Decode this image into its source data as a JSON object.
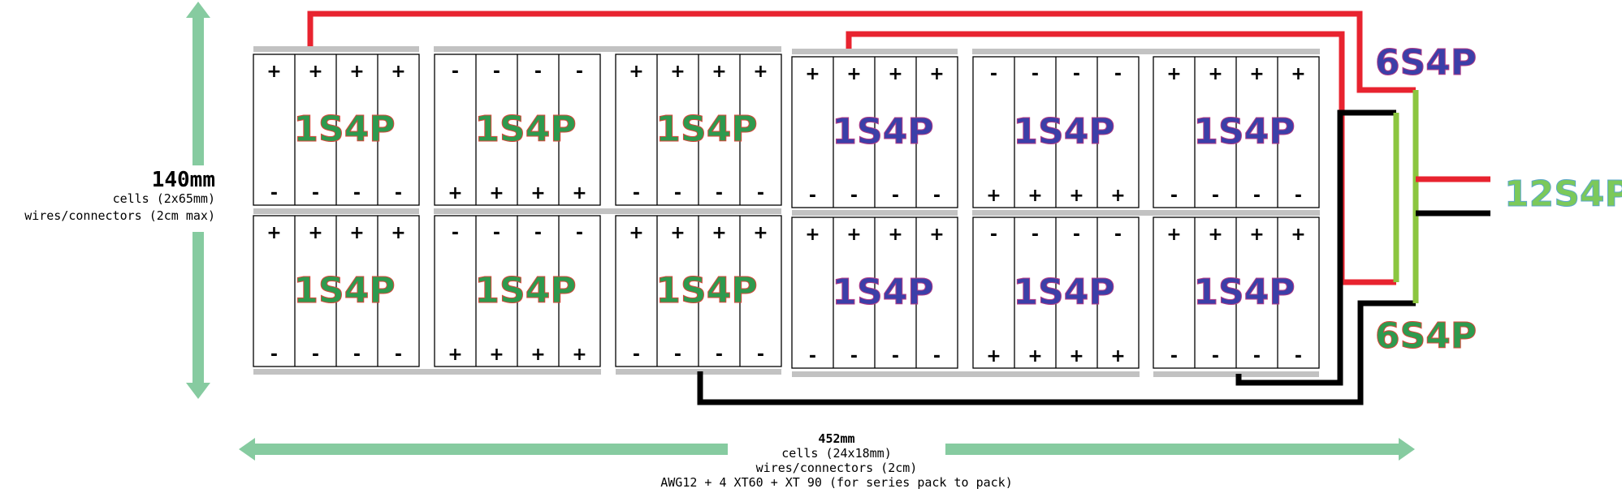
{
  "height_dim": {
    "value": "140mm",
    "line1": "cells (2x65mm)",
    "line2": "wires/connectors (2cm max)"
  },
  "width_dim": {
    "value": "452mm",
    "line1": "cells (24x18mm)",
    "line2": "wires/connectors (2cm)",
    "line3": "AWG12 + 4 XT60 + XT 90 (for series pack to pack)"
  },
  "packs": [
    {
      "label": "1S4P",
      "top": "+",
      "bottom": "-",
      "color": "green"
    },
    {
      "label": "1S4P",
      "top": "-",
      "bottom": "+",
      "color": "green"
    },
    {
      "label": "1S4P",
      "top": "+",
      "bottom": "-",
      "color": "green"
    },
    {
      "label": "1S4P",
      "top": "+",
      "bottom": "-",
      "color": "blue"
    },
    {
      "label": "1S4P",
      "top": "-",
      "bottom": "+",
      "color": "blue"
    },
    {
      "label": "1S4P",
      "top": "+",
      "bottom": "-",
      "color": "blue"
    },
    {
      "label": "1S4P",
      "top": "+",
      "bottom": "-",
      "color": "green"
    },
    {
      "label": "1S4P",
      "top": "-",
      "bottom": "+",
      "color": "green"
    },
    {
      "label": "1S4P",
      "top": "+",
      "bottom": "-",
      "color": "green"
    },
    {
      "label": "1S4P",
      "top": "+",
      "bottom": "-",
      "color": "blue"
    },
    {
      "label": "1S4P",
      "top": "-",
      "bottom": "+",
      "color": "blue"
    },
    {
      "label": "1S4P",
      "top": "+",
      "bottom": "-",
      "color": "blue"
    }
  ],
  "labels": {
    "upper_series": "6S4P",
    "lower_series": "6S4P",
    "combined": "12S4P"
  },
  "colors": {
    "positive_wire": "#e8232f",
    "negative_wire": "#000000",
    "bus_link": "#8cc63f",
    "dimension_arrow": "#86cba0",
    "strip": "#c2c2c2"
  }
}
